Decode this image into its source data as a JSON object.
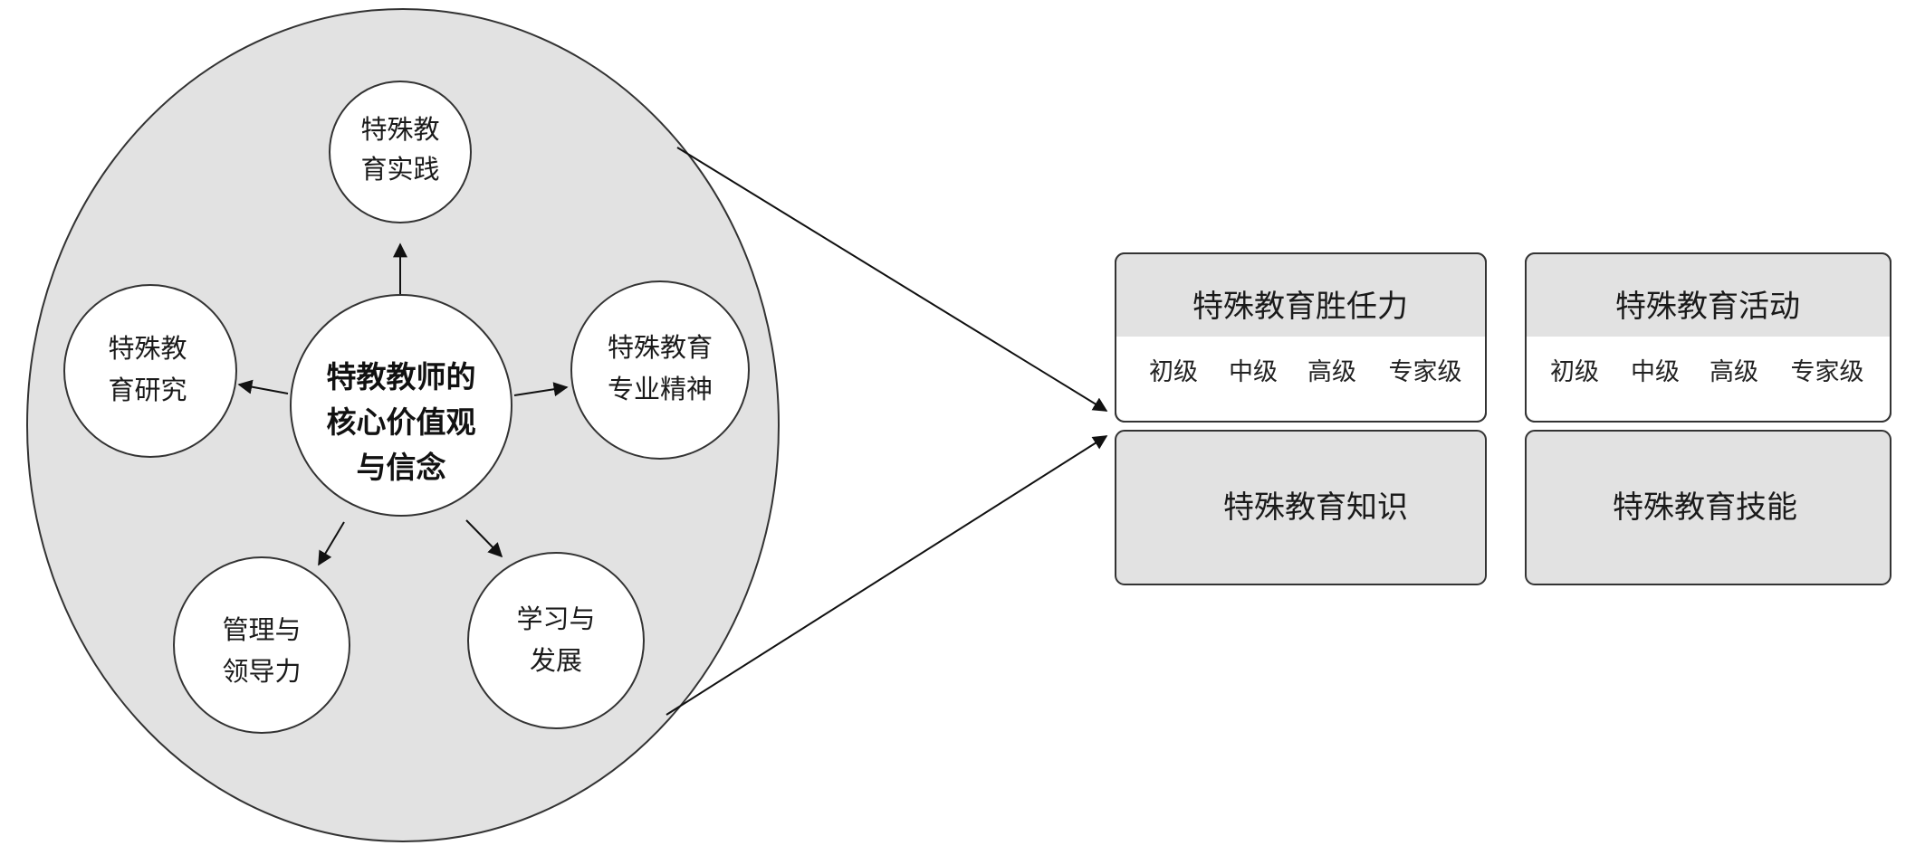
{
  "colors": {
    "gray_fill": "#e2e2e2",
    "white": "#ffffff",
    "stroke": "#333333"
  },
  "circle_diagram": {
    "center": {
      "line1": "特教教师的",
      "line2": "核心价值观",
      "line3": "与信念"
    },
    "top": {
      "line1": "特殊教",
      "line2": "育实践"
    },
    "left": {
      "line1": "特殊教",
      "line2": "育研究"
    },
    "right": {
      "line1": "特殊教育",
      "line2": "专业精神"
    },
    "bottom_left": {
      "line1": "管理与",
      "line2": "领导力"
    },
    "bottom_right": {
      "line1": "学习与",
      "line2": "发展"
    }
  },
  "boxes": {
    "competency": {
      "title": "特殊教育胜任力",
      "levels": [
        "初级",
        "中级",
        "高级",
        "专家级"
      ]
    },
    "activity": {
      "title": "特殊教育活动",
      "levels": [
        "初级",
        "中级",
        "高级",
        "专家级"
      ]
    },
    "knowledge": {
      "title": "特殊教育知识"
    },
    "skills": {
      "title": "特殊教育技能"
    }
  }
}
